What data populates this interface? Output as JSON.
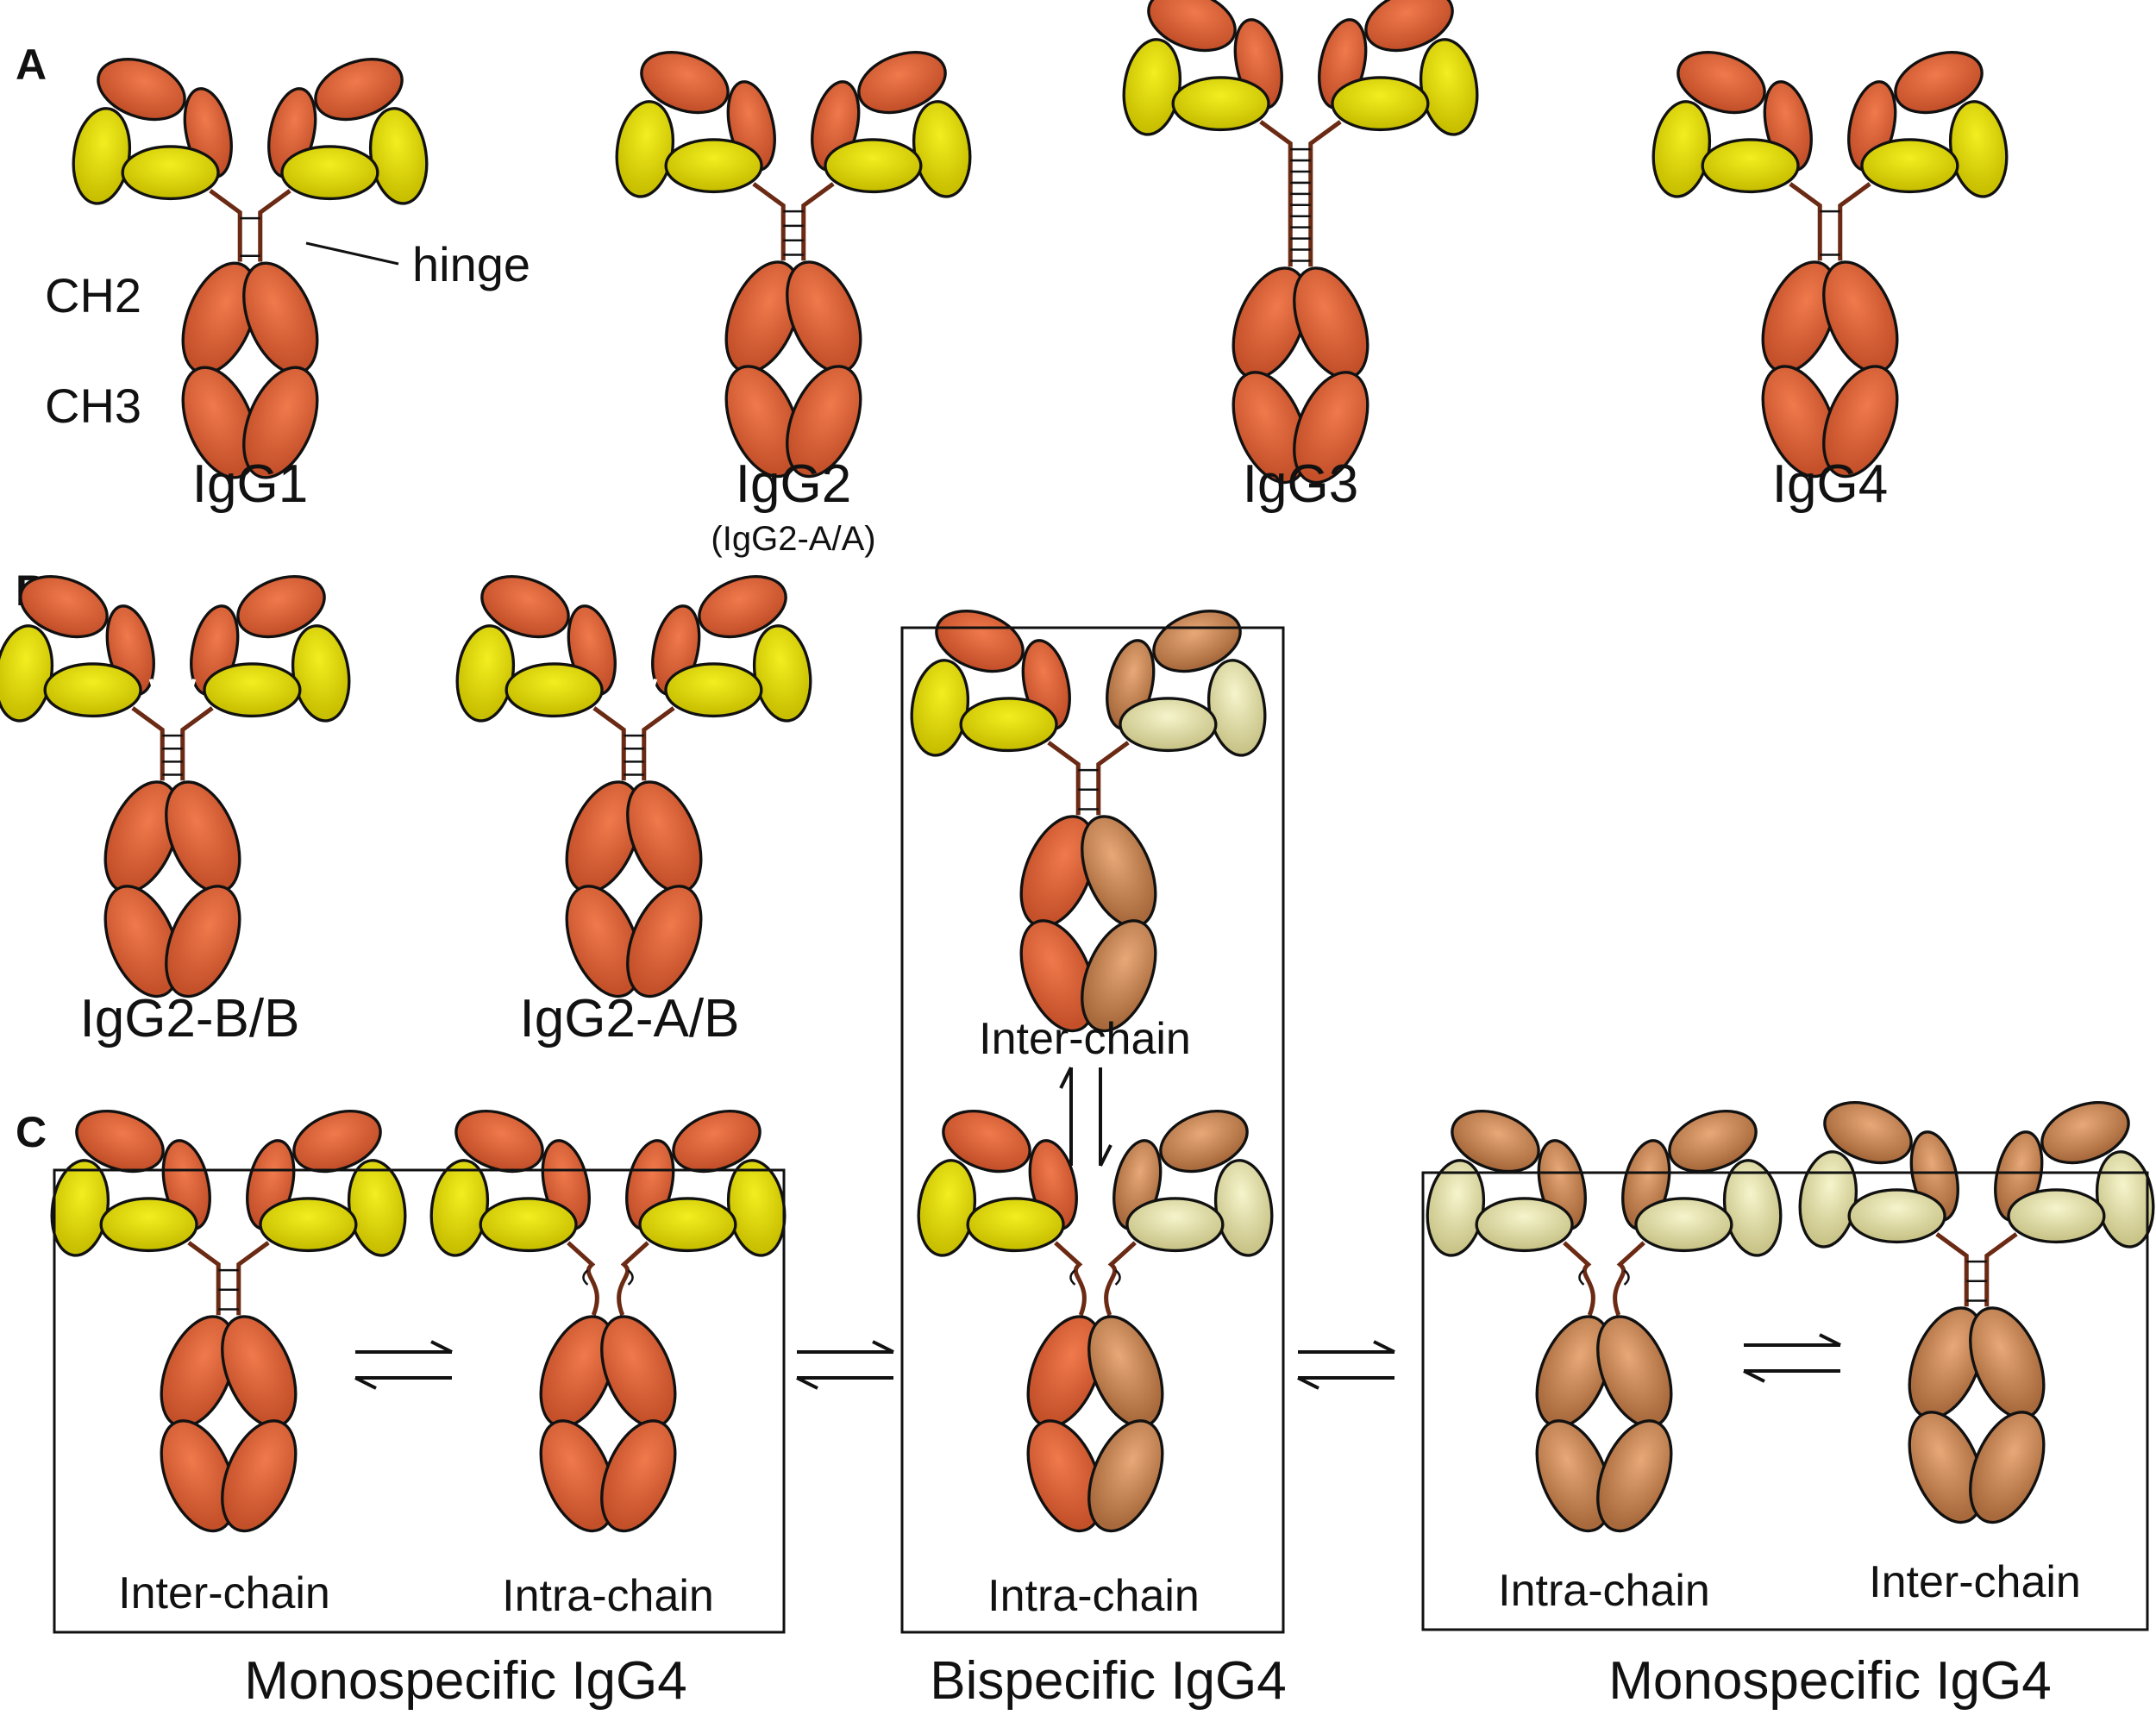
{
  "panels": {
    "a": "A",
    "b": "B",
    "c": "C"
  },
  "panel_a": {
    "ch2": "CH2",
    "ch3": "CH3",
    "hinge": "hinge",
    "igg1": "IgG1",
    "igg2": "IgG2",
    "igg2_sub": "(IgG2-A/A)",
    "igg3": "IgG3",
    "igg4": "IgG4"
  },
  "panel_b": {
    "bb": "IgG2-B/B",
    "ab": "IgG2-A/B"
  },
  "panel_c": {
    "left_inter": "Inter-chain",
    "left_intra": "Intra-chain",
    "left_caption": "Monospecific IgG4",
    "mid_inter": "Inter-chain",
    "mid_intra": "Intra-chain",
    "mid_caption": "Bispecific IgG4",
    "right_intra": "Intra-chain",
    "right_inter": "Inter-chain",
    "right_caption": "Monospecific IgG4"
  },
  "colors": {
    "orange": "#e0643a",
    "yellow": "#e6e000",
    "tan": "#c98a55",
    "pale": "#e9e6a8",
    "hinge": "#6b2a14",
    "outline": "#111111"
  }
}
